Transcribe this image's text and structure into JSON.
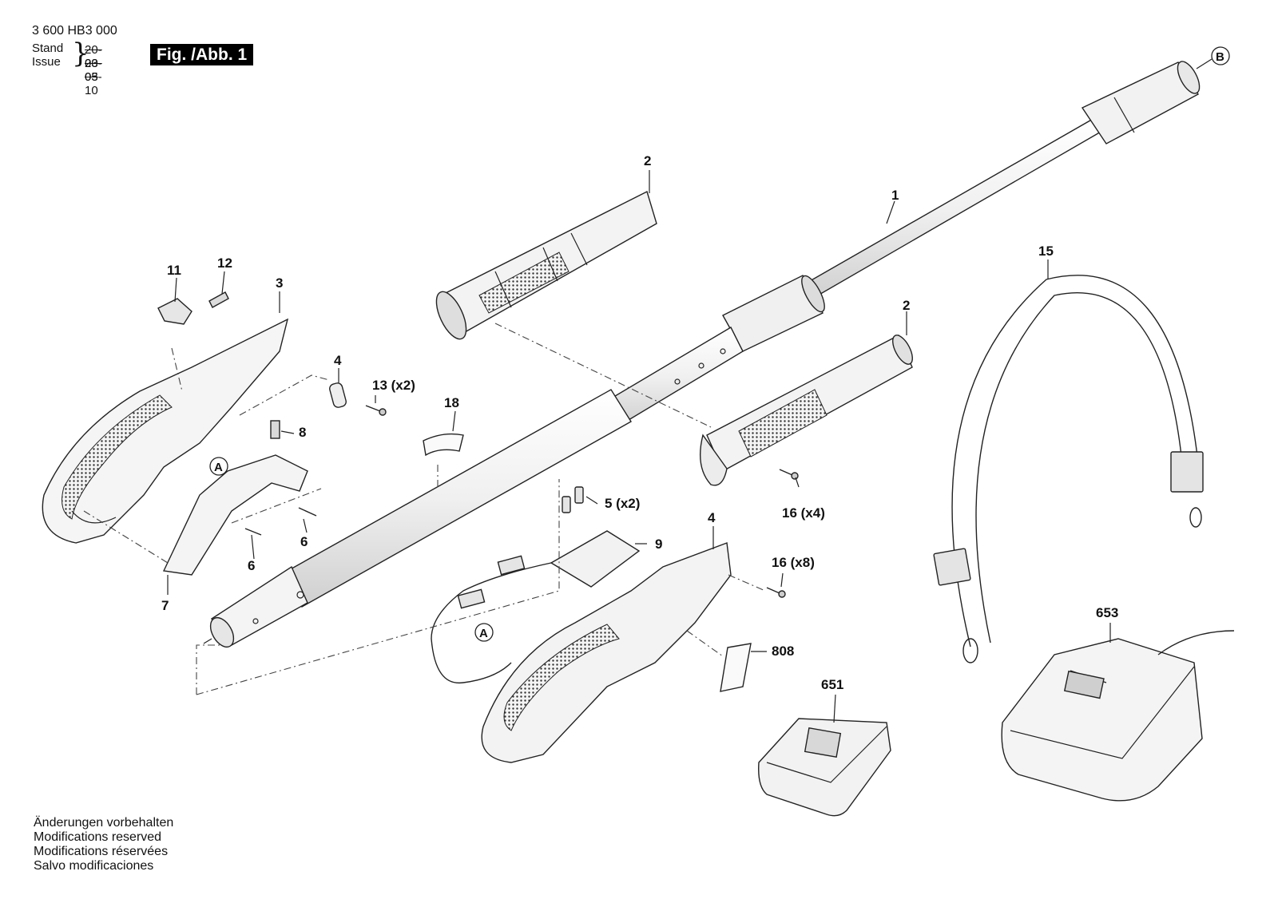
{
  "header": {
    "doc_number": "3 600 HB3 000",
    "stand_label": "Stand",
    "issue_label": "Issue",
    "stand_date": "20-03-05",
    "issue_date": "20-03-10",
    "figure_label": "Fig. /Abb. 1"
  },
  "callouts": {
    "c1": "1",
    "c2a": "2",
    "c2b": "2",
    "c3": "3",
    "c4a": "4",
    "c4b": "4",
    "c5": "5 (x2)",
    "c6a": "6",
    "c6b": "6",
    "c7": "7",
    "c8": "8",
    "c9": "9",
    "c11": "11",
    "c12": "12",
    "c13": "13 (x2)",
    "c15": "15",
    "c16a": "16 (x4)",
    "c16b": "16 (x8)",
    "c18": "18",
    "c651": "651",
    "c653": "653",
    "c808": "808",
    "markA1": "A",
    "markA2": "A",
    "markB": "B"
  },
  "footer": {
    "line1": "Änderungen vorbehalten",
    "line2": "Modifications reserved",
    "line3": "Modifications réservées",
    "line4": "Salvo modificaciones"
  }
}
